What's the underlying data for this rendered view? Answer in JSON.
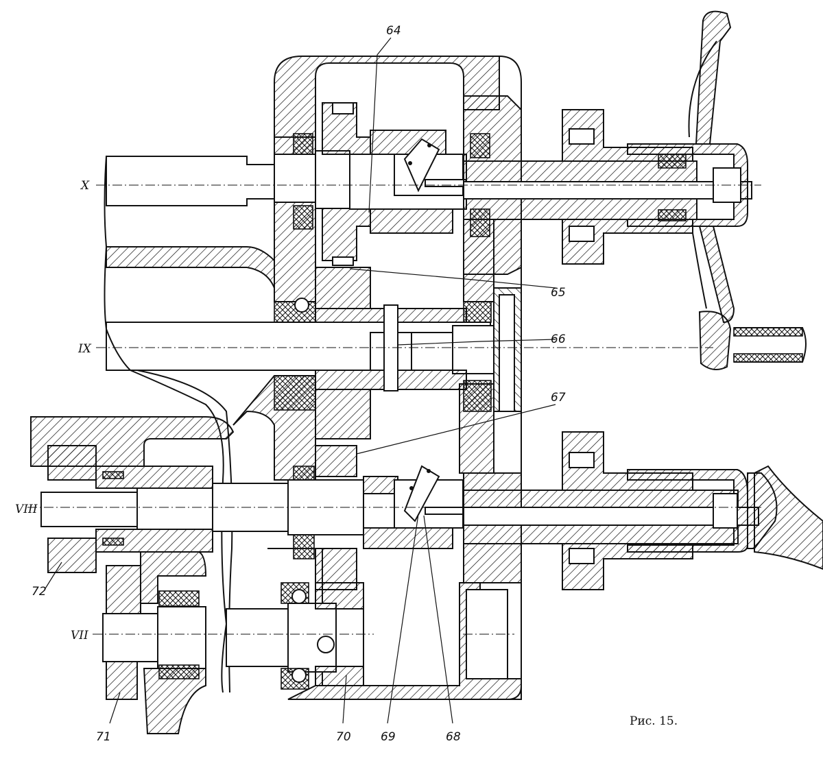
{
  "figure": {
    "caption": "Рис. 15.",
    "shaft_labels": {
      "x": "X",
      "ix": "IX",
      "viii": "VIII",
      "vii": "VII"
    },
    "part_labels": {
      "p64": "64",
      "p65": "65",
      "p66": "66",
      "p67": "67",
      "p68": "68",
      "p69": "69",
      "p70": "70",
      "p71": "71",
      "p72": "72"
    }
  }
}
